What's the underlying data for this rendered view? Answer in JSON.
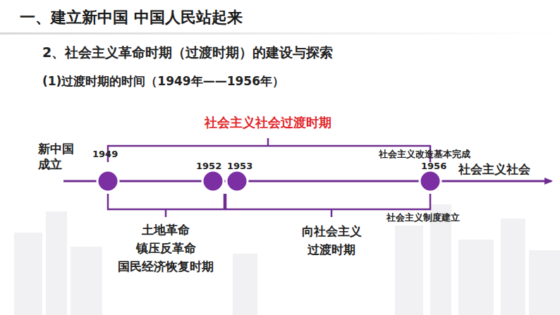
{
  "diagram": {
    "title": "一、建立新中国 中国人民站起来",
    "labels": [
      "2、社会主义革命时期（过渡时期）的建设与探索",
      "(1)过渡时期的时间（1949年——1956年）",
      "社会主义社会过渡时期",
      "新中国成立",
      "1949",
      "社会主义改造基本完成",
      "1952",
      "1953",
      "1956",
      "社会主义社会",
      "社会主义制度建立",
      "土地革命",
      "镇压反革命",
      "国民经济恢复时期",
      "向社会主义 过渡时期"
    ]
  }
}
